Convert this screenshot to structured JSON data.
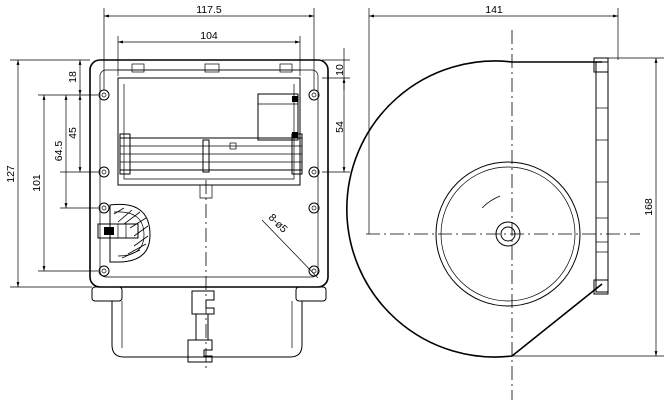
{
  "drawing": {
    "dimensions": {
      "width_outer": "117.5",
      "width_inner": "104",
      "height_total": "127",
      "height_101": "101",
      "height_64_5": "64.5",
      "height_45": "45",
      "top_18": "18",
      "right_10": "10",
      "right_54": "54",
      "holes": "8-ø5",
      "side_width": "141",
      "side_height": "168"
    }
  }
}
